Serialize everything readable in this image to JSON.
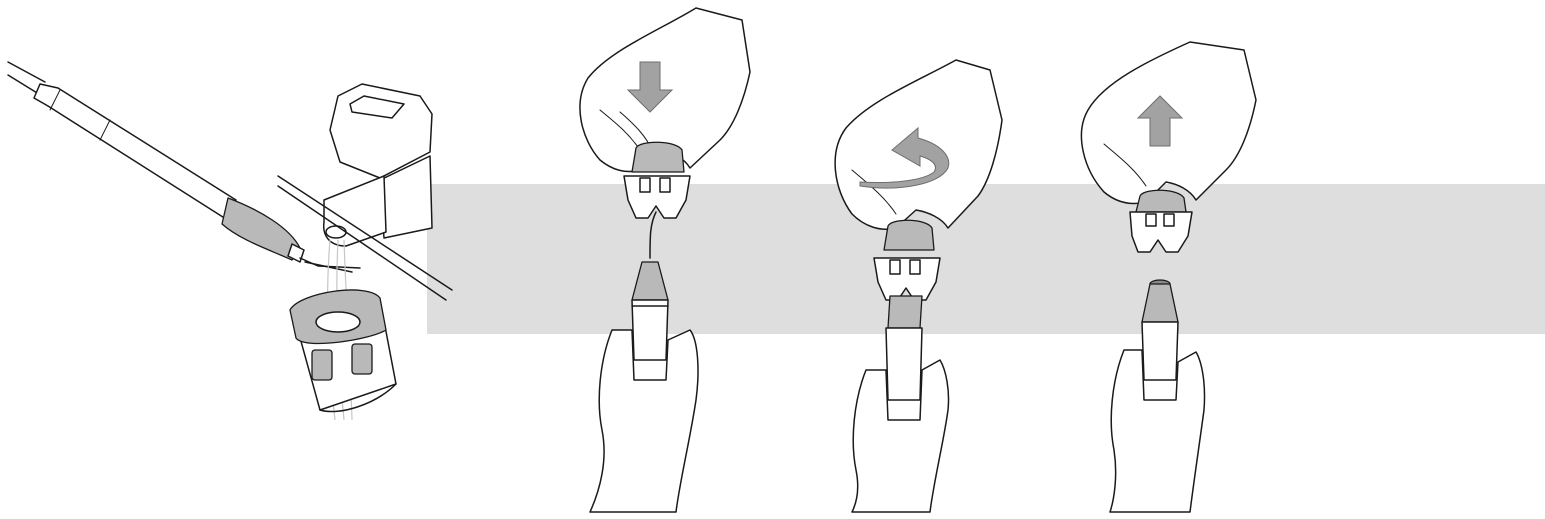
{
  "figure": {
    "background_color": "#ffffff",
    "band_color": "#dedede",
    "line_color": "#1a1a1a",
    "fill_gray": "#b9b9b9",
    "arrow_color": "#a2a2a2",
    "steps": [
      {
        "id": "rinse",
        "action": "rinse-under-tap"
      },
      {
        "id": "press",
        "action": "push-down",
        "arrow_icon": "arrow-down-icon"
      },
      {
        "id": "twist",
        "action": "rotate",
        "arrow_icon": "rotate-arrow-icon"
      },
      {
        "id": "lift",
        "action": "pull-up",
        "arrow_icon": "arrow-up-icon"
      }
    ]
  }
}
